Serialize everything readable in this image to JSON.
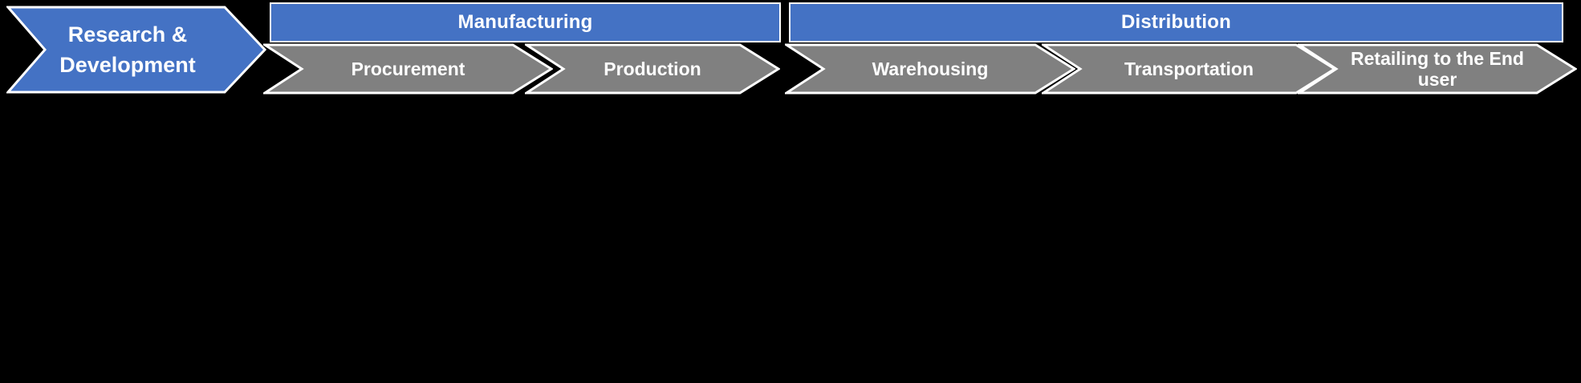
{
  "colors": {
    "background": "#000000",
    "group_bar_blue": "#4472C4",
    "arrow_blue": "#4472C4",
    "stage_gray": "#808080",
    "outline_white": "#FFFFFF",
    "text_white": "#FFFFFF"
  },
  "diagram": {
    "rd_label": "Research & Development",
    "groups": [
      {
        "label": "Manufacturing"
      },
      {
        "label": "Distribution"
      }
    ],
    "stages": [
      {
        "label": "Procurement"
      },
      {
        "label": "Production"
      },
      {
        "label": "Warehousing"
      },
      {
        "label": "Transportation"
      },
      {
        "label": "Retailing to the End user"
      }
    ]
  }
}
